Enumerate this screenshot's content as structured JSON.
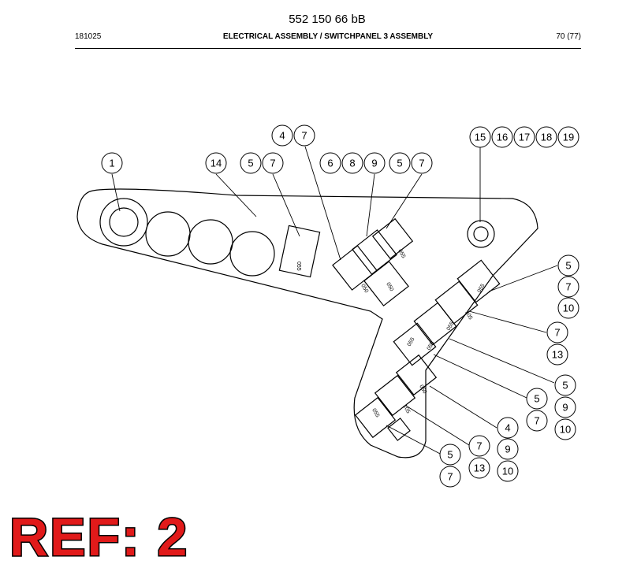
{
  "header": {
    "doc_number": "552 150 66 bB",
    "date_code": "181025",
    "title": "ELECTRICAL ASSEMBLY / SWITCHPANEL 3 ASSEMBLY",
    "page": "70 (77)"
  },
  "callouts": [
    "1",
    "14",
    "5",
    "7",
    "4",
    "7",
    "6",
    "8",
    "9",
    "5",
    "7",
    "15",
    "16",
    "17",
    "18",
    "19",
    "5",
    "7",
    "10",
    "7",
    "13",
    "5",
    "9",
    "10",
    "5",
    "7",
    "4",
    "9",
    "10",
    "7",
    "13",
    "5",
    "7"
  ],
  "switch_labels": [
    "055",
    "050",
    "055",
    "050",
    "055",
    "055",
    "105",
    "055",
    "055",
    "050",
    "105",
    "055"
  ],
  "ref_label": "REF: 2"
}
